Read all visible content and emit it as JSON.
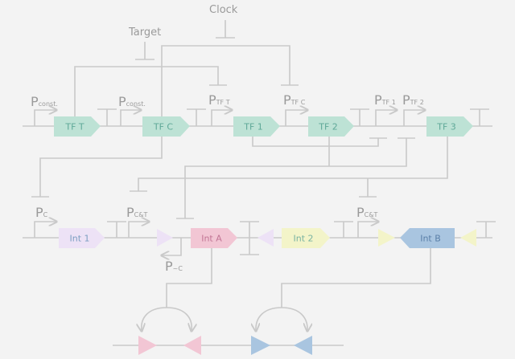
{
  "inputs": {
    "clock": "Clock",
    "target": "Target"
  },
  "promoters": {
    "p_const_1": {
      "main": "P",
      "sub": "const."
    },
    "p_const_2": {
      "main": "P",
      "sub": "const."
    },
    "p_tft": {
      "main": "P",
      "sub": "TF T"
    },
    "p_tfc": {
      "main": "P",
      "sub": "TF C"
    },
    "p_tf1": {
      "main": "P",
      "sub": "TF 1"
    },
    "p_tf2": {
      "main": "P",
      "sub": "TF 2"
    },
    "p_c": {
      "main": "P",
      "sub": "C"
    },
    "p_ct_1": {
      "main": "P",
      "sub": "C&T"
    },
    "p_not_c": {
      "main": "P",
      "sub": "~C"
    },
    "p_ct_2": {
      "main": "P",
      "sub": "C&T"
    }
  },
  "genes": {
    "tft": "TF T",
    "tfc": "TF C",
    "tf1": "TF 1",
    "tf2": "TF 2",
    "tf3": "TF 3",
    "int1": "Int 1",
    "inta": "Int A",
    "int2": "Int 2",
    "intb": "Int B"
  },
  "colors": {
    "tf": "#bde2d5",
    "tf_text": "#5fa898",
    "int1": "#ede2f6",
    "inta": "#f2c6d4",
    "int2": "#f3f4c9",
    "intb": "#a9c5e0",
    "line": "#c9c9c9"
  }
}
